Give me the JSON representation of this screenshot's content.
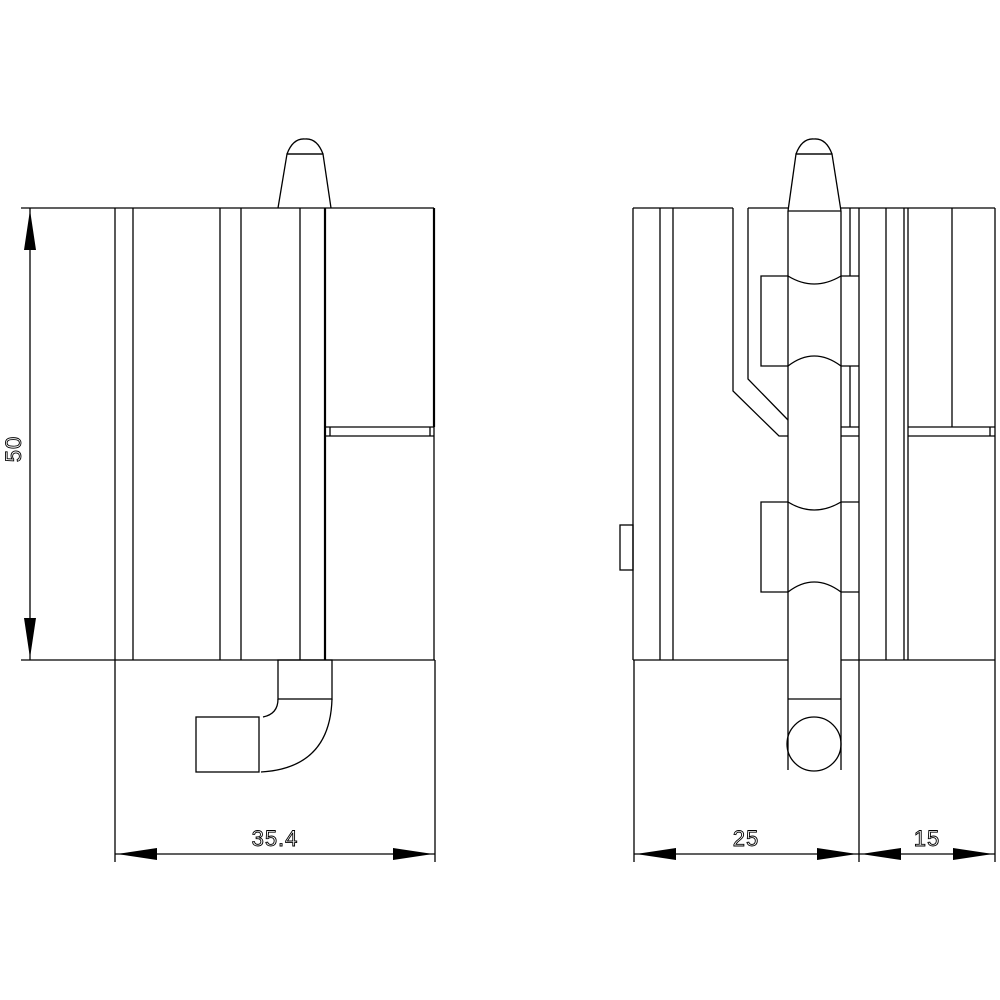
{
  "drawing": {
    "type": "technical-drawing",
    "views": [
      {
        "name": "front-view",
        "description": "Component with pin and elbow outlet"
      },
      {
        "name": "side-view",
        "description": "Component with pin, hinge knuckles and round outlet"
      }
    ],
    "dimensions": {
      "height": "50",
      "front_width": "35.4",
      "side_width_left": "25",
      "side_width_right": "15"
    },
    "colors": {
      "line": "#000000",
      "background": "#ffffff"
    }
  }
}
